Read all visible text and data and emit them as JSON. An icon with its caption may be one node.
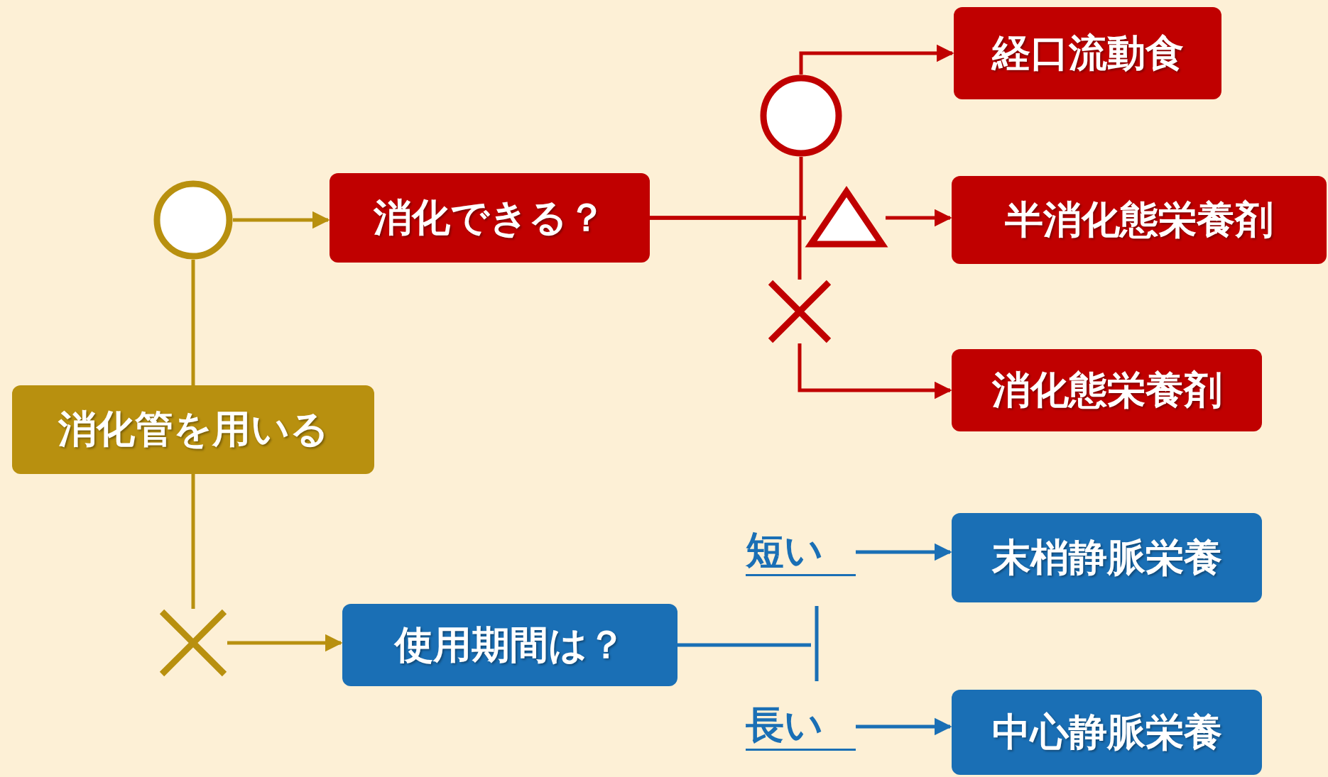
{
  "diagram": {
    "nodes": [
      {
        "text": [],
        "shape": "circle"
      },
      {
        "text": [
          "消化できる？"
        ]
      },
      {
        "text": [],
        "shape": "circle"
      },
      {
        "text": [
          "経口流動食"
        ]
      },
      {
        "text": [],
        "shape": "triangle"
      },
      {
        "text": [
          "半消化態栄養剤"
        ]
      },
      {
        "text": [],
        "shape": "cross"
      },
      {
        "text": [
          "消化態栄養剤"
        ]
      },
      {
        "text": [
          "消化管を用いる"
        ]
      },
      {
        "text": [
          "短い"
        ]
      },
      {
        "text": [
          "末梢静脈栄養"
        ]
      },
      {
        "text": [],
        "shape": "bar"
      },
      {
        "text": [],
        "shape": "cross"
      },
      {
        "text": [
          "使用期間は？"
        ]
      },
      {
        "text": [
          "長い"
        ]
      },
      {
        "text": [
          "中心静脈栄養"
        ]
      }
    ],
    "edges": [
      {
        "from": 8,
        "to": 0,
        "arrow": "none",
        "color": "#b8900f"
      },
      {
        "from": 0,
        "to": 1,
        "arrow": "to",
        "color": "#b8900f"
      },
      {
        "from": 1,
        "to": 2,
        "arrow": "none"
      },
      {
        "from": 2,
        "to": 3,
        "arrow": "to"
      },
      {
        "from": 1,
        "to": 4,
        "arrow": "none"
      },
      {
        "from": 4,
        "to": 5,
        "arrow": "to"
      },
      {
        "from": 1,
        "to": 6,
        "arrow": "none"
      },
      {
        "from": 6,
        "to": 7,
        "arrow": "to"
      },
      {
        "from": 8,
        "to": 12,
        "arrow": "none",
        "color": "#b8900f"
      },
      {
        "from": 12,
        "to": 13,
        "arrow": "to",
        "color": "#b8900f"
      },
      {
        "from": 13,
        "to": 11,
        "arrow": "none",
        "color": "#1a6fb5"
      },
      {
        "from": 9,
        "to": 10,
        "arrow": "to",
        "color": "#1a6fb5"
      },
      {
        "from": 14,
        "to": 15,
        "arrow": "to",
        "color": "#1a6fb5"
      }
    ]
  }
}
